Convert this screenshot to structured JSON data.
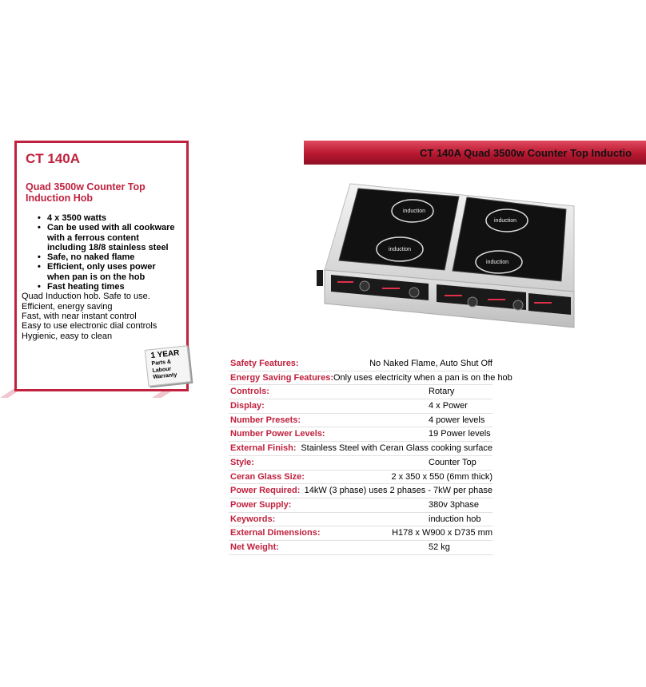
{
  "info": {
    "model": "CT 140A",
    "subtitle_line1": "Quad 3500w Counter Top",
    "subtitle_line2": "Induction Hob",
    "bullets": [
      [
        "4 x 3500 watts"
      ],
      [
        "Can be used with all cookware",
        "with a ferrous content",
        "including 18/8 stainless steel"
      ],
      [
        "Safe, no naked flame"
      ],
      [
        "Efficient, only uses power",
        "when pan is on the hob"
      ],
      [
        "Fast heating times"
      ]
    ],
    "plain_lines": [
      "Quad Induction hob. Safe to use.",
      "Efficient, energy saving",
      "Fast, with near instant control",
      "Easy to use electronic dial controls",
      "Hygienic, easy to clean"
    ]
  },
  "warranty": {
    "year": "1 YEAR",
    "line1": "Parts &",
    "line2": "Labour",
    "line3": "Warranty"
  },
  "banner": {
    "text": "CT 140A   Quad 3500w Counter Top Inductio"
  },
  "product": {
    "zone_label": "induction"
  },
  "specs": [
    {
      "label": "Safety Features:",
      "value": "No Naked Flame, Auto Shut Off"
    },
    {
      "label": "Energy Saving Features:",
      "value": "Only uses electricity when a pan is on the hob"
    },
    {
      "label": "Controls:",
      "value": "Rotary"
    },
    {
      "label": "Display:",
      "value": "4 x Power"
    },
    {
      "label": "Number Presets:",
      "value": "4 power levels"
    },
    {
      "label": "Number Power Levels:",
      "value": "19 Power levels"
    },
    {
      "label": "External Finish:",
      "value": "Stainless Steel with Ceran Glass cooking surface"
    },
    {
      "label": "Style:",
      "value": "Counter Top"
    },
    {
      "label": "Ceran Glass Size:",
      "value": "2 x 350 x 550 (6mm thick)"
    },
    {
      "label": "Power Required:",
      "value": "14kW (3 phase) uses 2 phases - 7kW per phase"
    },
    {
      "label": "Power Supply:",
      "value": "380v 3phase"
    },
    {
      "label": "Keywords:",
      "value": "induction hob"
    },
    {
      "label": "External Dimensions:",
      "value": "H178 x W900 x D735 mm"
    },
    {
      "label": "Net Weight:",
      "value": "52 kg"
    }
  ],
  "colors": {
    "accent": "#c0213e",
    "banner_dark": "#8e0f24"
  }
}
